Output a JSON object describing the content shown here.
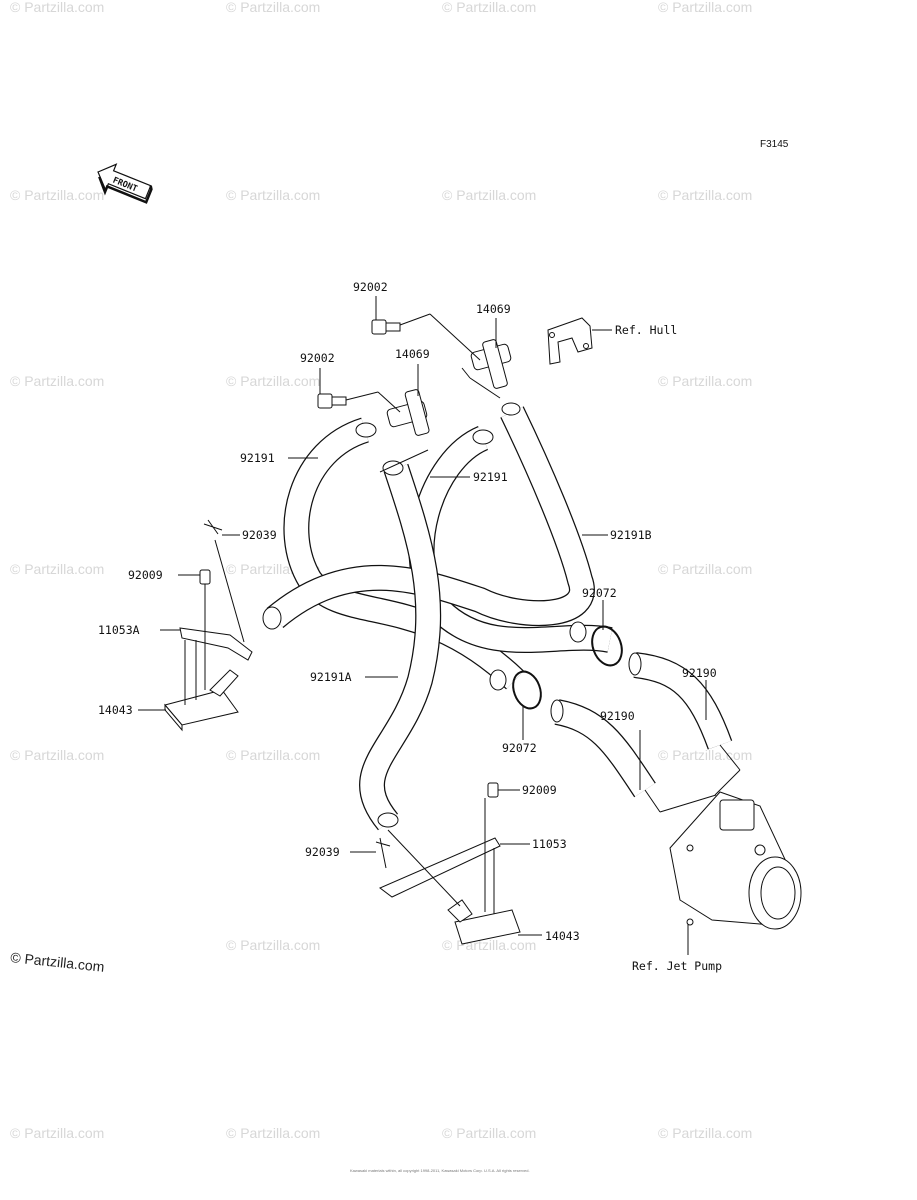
{
  "figure_code": "F3145",
  "front_label": "FRONT",
  "ref_labels": {
    "hull": "Ref. Hull",
    "jet_pump": "Ref. Jet Pump"
  },
  "part_labels": {
    "p92002_a": "92002",
    "p92002_b": "92002",
    "p14069_a": "14069",
    "p14069_b": "14069",
    "p92191_a": "92191",
    "p92191_b": "92191",
    "p92191B": "92191B",
    "p92039_a": "92039",
    "p92009_a": "92009",
    "p11053A": "11053A",
    "p14043_a": "14043",
    "p92191A": "92191A",
    "p92072_a": "92072",
    "p92072_b": "92072",
    "p92190_a": "92190",
    "p92190_b": "92190",
    "p92009_b": "92009",
    "p11053": "11053",
    "p92039_b": "92039",
    "p14043_b": "14043"
  },
  "watermark": "© Partzilla.com",
  "copyright_text": "Kawasaki materials within, all copyright 1998-2011, Kawasaki Motors Corp. U.S.A. All rights reserved.",
  "icons": {
    "front_arrow": "front-arrow-icon"
  }
}
